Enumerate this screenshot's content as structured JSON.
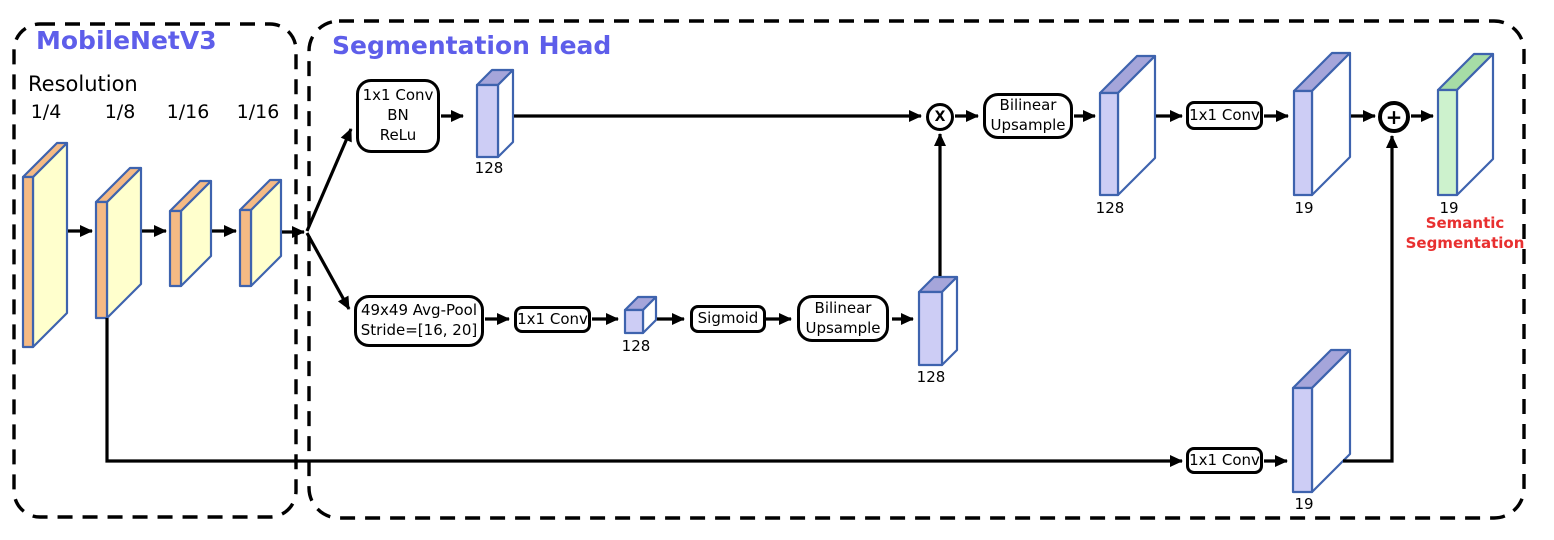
{
  "backbone": {
    "title": "MobileNetV3",
    "resolution_label": "Resolution",
    "resolutions": [
      "1/4",
      "1/8",
      "1/16",
      "1/16"
    ]
  },
  "head": {
    "title": "Segmentation Head",
    "conv_bn_relu": {
      "line1": "1x1 Conv",
      "line2": "BN",
      "line3": "ReLu"
    },
    "avg_pool": {
      "line1": "49x49 Avg-Pool",
      "line2": "Stride=[16, 20]"
    },
    "conv_1x1_lower": "1x1 Conv",
    "sigmoid": "Sigmoid",
    "bilinear_lower": {
      "line1": "Bilinear",
      "line2": "Upsample"
    },
    "bilinear_upper": {
      "line1": "Bilinear",
      "line2": "Upsample"
    },
    "conv_1x1_upper": "1x1 Conv",
    "conv_1x1_skip": "1x1 Conv",
    "multiply_op": "X",
    "add_op": "+",
    "tensors": {
      "t128_top": "128",
      "t128_small": "128",
      "t128_upsampled": "128",
      "t128_attention": "128",
      "t19_upper": "19",
      "t19_skip": "19",
      "t19_output": "19"
    },
    "output_label": {
      "line1": "Semantic",
      "line2": "Segmentation"
    }
  },
  "colors": {
    "title_text": "#5e5eea",
    "semantic_text": "#e83030",
    "backbone_block_front": "#f5ba84",
    "backbone_block_side": "#ffffcd",
    "tensor_front": "#cdcdf5",
    "tensor_top": "#a5a5da",
    "output_front": "#cdf2cd",
    "output_top": "#a6dca6",
    "block_outline": "#3e63ae",
    "line": "#000000"
  }
}
